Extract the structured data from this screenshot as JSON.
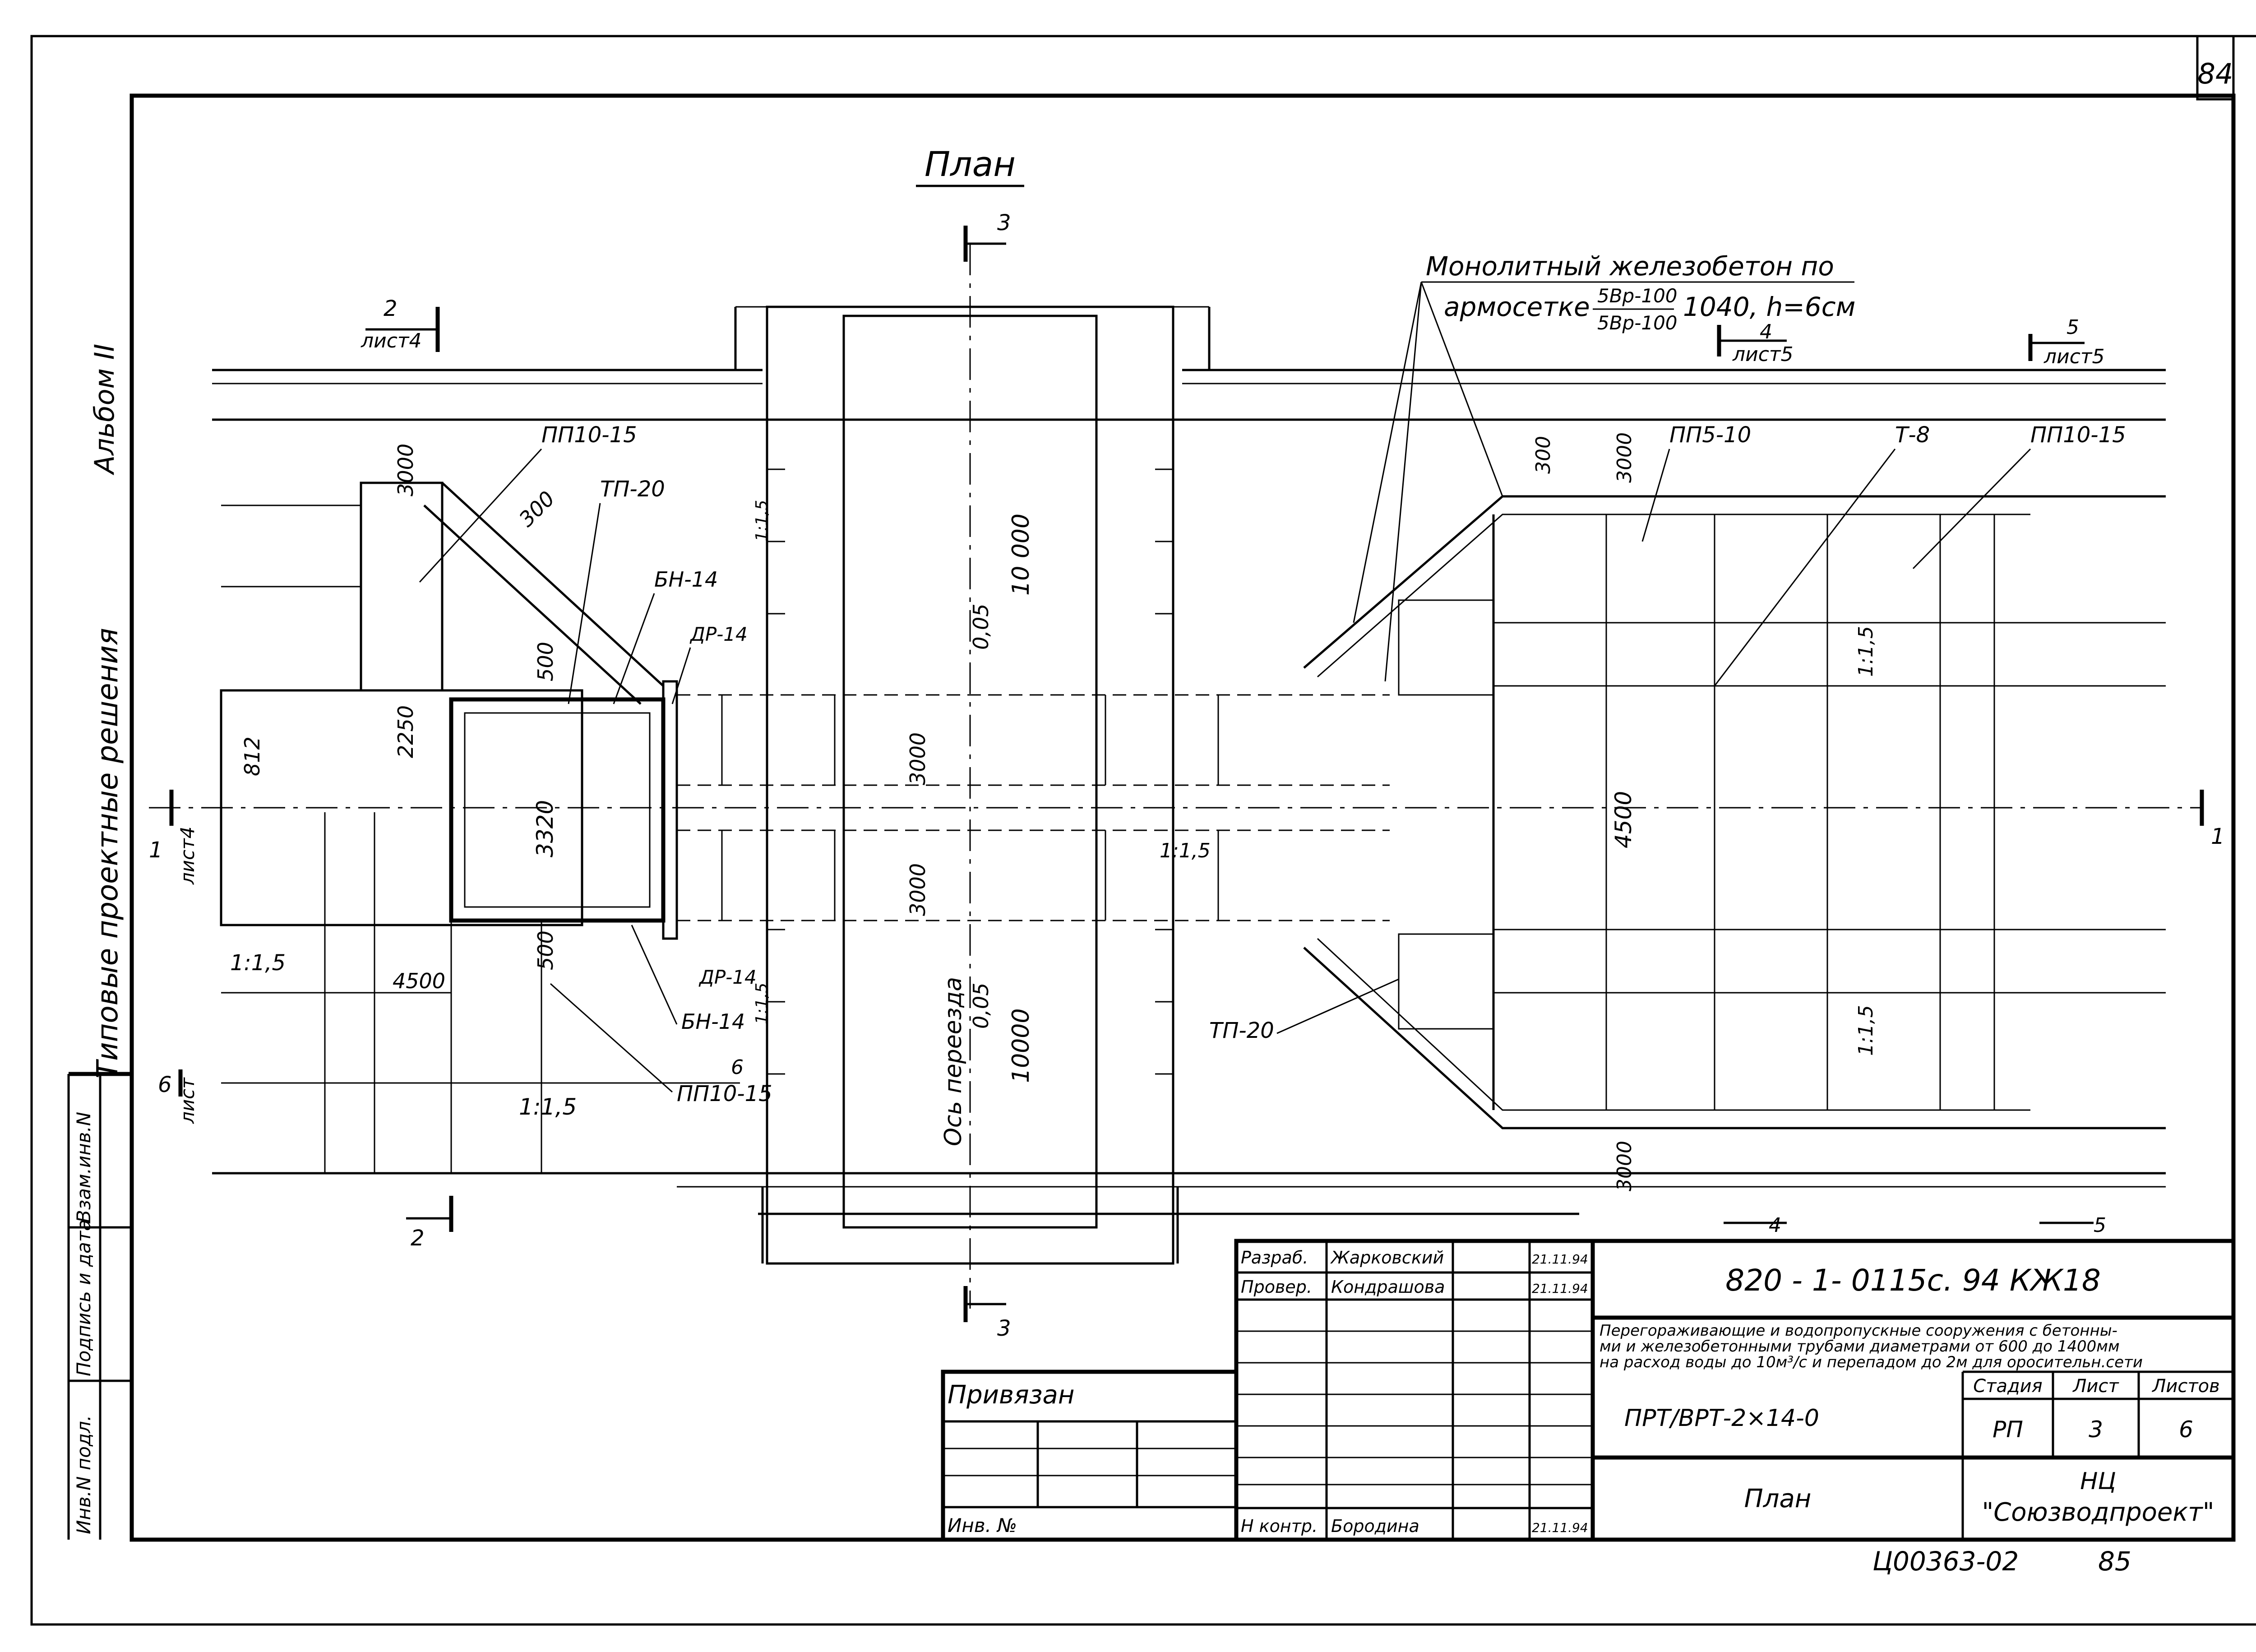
{
  "sheet": {
    "page_number": "84",
    "bottom_code": "Ц00363-02",
    "bottom_page": "85"
  },
  "title": "План",
  "side_strip": {
    "album": "Альбом II",
    "series": "Типовые проектные решения",
    "fields": [
      "Инв.N подл.",
      "Подпись и дата",
      "Взам.инв.N"
    ]
  },
  "callouts": {
    "note_line1": "Монолитный железобетон по",
    "note_prefix": "армосетке",
    "note_num": "5Вр-100",
    "note_den": "5Вр-100",
    "note_suffix": "1040, h=6см",
    "pp10_15": "ПП10-15",
    "tp20": "ТП-20",
    "bn14": "БН-14",
    "dr14": "ДР-14",
    "pp5_10": "ПП5-10",
    "t8": "Т-8",
    "axis_label": "Ось переезда"
  },
  "sections": {
    "n1": "1",
    "n2": "2",
    "n3": "3",
    "n4": "4",
    "n5": "5",
    "n6": "6",
    "sheet1": "лист4",
    "sheet2": "лист4",
    "sheet4": "лист5",
    "sheet5": "лист5",
    "sheet6": "лист"
  },
  "dimensions": {
    "d3000": "3000",
    "d300": "300",
    "d500": "500",
    "d2250": "2250",
    "d812": "812",
    "d3320": "3320",
    "d4500": "4500",
    "d10000": "10 000",
    "d10000b": "10000",
    "slope005": "0,05",
    "d4500r": "4500"
  },
  "slopes": {
    "s1": "1:1,5",
    "s2": "1:1,5",
    "s3": "1:1,5",
    "s4": "1:1,5",
    "s5": "1:1,5",
    "s6": "1:1,5",
    "s7": "1:1,5"
  },
  "title_block": {
    "code": "820 - 1- 0115с. 94  КЖ18",
    "description": [
      "Перегораживающие и водопропускные сооружения с бетонны-",
      "ми и железобетонными трубами диаметрами от 600 до 1400мм",
      "на расход воды до 10м³/с и перепадом до 2м для оросительн.сети"
    ],
    "product": "ПРТ/ВРТ-2×14-0",
    "sheet_name": "План",
    "org_line1": "НЦ",
    "org_line2": "\"Союзводпроект\"",
    "roles": [
      {
        "role": "Разраб.",
        "name": "Жарковский",
        "date": "21.11.94"
      },
      {
        "role": "Провер.",
        "name": "Кондрашова",
        "date": "21.11.94"
      },
      {
        "role": "Н контр.",
        "name": "Бородина",
        "date": "21.11.94"
      }
    ],
    "stage_header": "Стадия",
    "sheet_header": "Лист",
    "sheets_header": "Листов",
    "stage": "РП",
    "sheet": "3",
    "sheets": "6",
    "privyazan": "Привязан",
    "inv": "Инв. №"
  }
}
